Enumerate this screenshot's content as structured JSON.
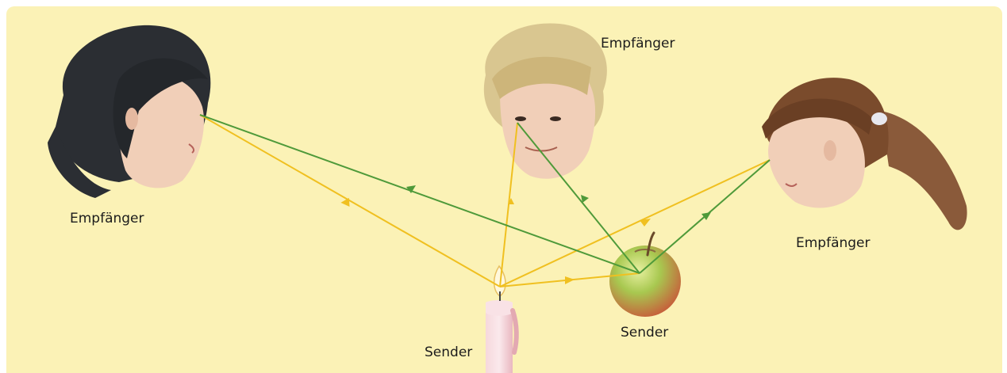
{
  "labels": {
    "receiver_left": "Empfänger",
    "receiver_top": "Empfänger",
    "receiver_right": "Empfänger",
    "sender_apple": "Sender",
    "sender_candle": "Sender"
  },
  "colors": {
    "background": "#fbf2b6",
    "candle_ray": "#f0c020",
    "apple_ray": "#4f9a3a",
    "text": "#1c1c1c"
  },
  "elements": {
    "people": [
      "woman-dark-hair",
      "man-curly-hair",
      "girl-ponytail"
    ],
    "senders": [
      "candle",
      "apple"
    ]
  }
}
